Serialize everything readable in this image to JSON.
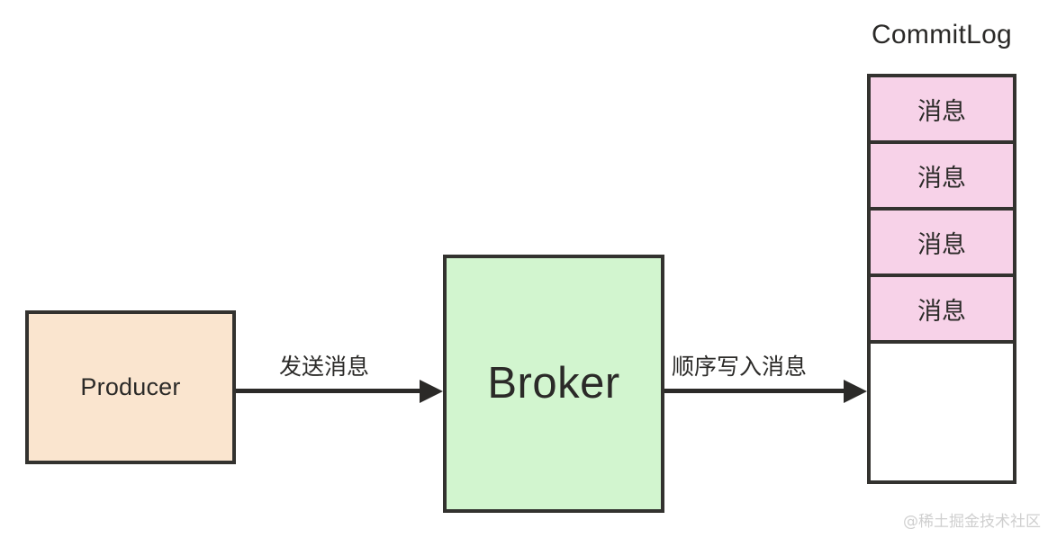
{
  "diagram": {
    "background_color": "#ffffff",
    "stroke_color": "#33322f",
    "nodes": {
      "producer": {
        "label": "Producer",
        "fill_color": "#fae5cf"
      },
      "broker": {
        "label": "Broker",
        "fill_color": "#d2f5cf"
      }
    },
    "commitlog": {
      "title": "CommitLog",
      "message_fill_color": "#f7d2e8",
      "empty_fill_color": "#ffffff",
      "cells": [
        {
          "label": "消息",
          "filled": true
        },
        {
          "label": "消息",
          "filled": true
        },
        {
          "label": "消息",
          "filled": true
        },
        {
          "label": "消息",
          "filled": true
        },
        {
          "label": "",
          "filled": false
        }
      ]
    },
    "arrows": [
      {
        "id": "producer-to-broker",
        "label": "发送消息",
        "from": "producer",
        "to": "broker"
      },
      {
        "id": "broker-to-commitlog",
        "label": "顺序写入消息",
        "from": "broker",
        "to": "commitlog"
      }
    ],
    "watermark": "@稀土掘金技术社区"
  }
}
